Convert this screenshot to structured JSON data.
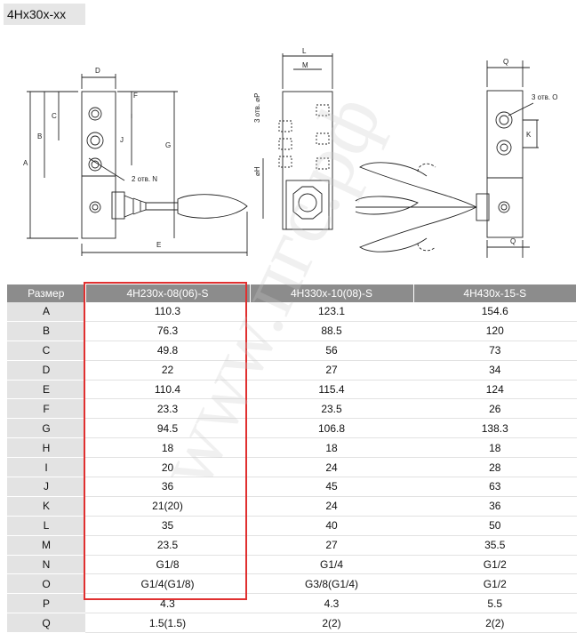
{
  "header": {
    "title": "4Hx30x-xx"
  },
  "drawing": {
    "front_labels": {
      "D": "D",
      "F": "F",
      "C": "C",
      "B": "B",
      "A": "A",
      "J": "J",
      "G": "G",
      "E": "E",
      "N_note": "2 отв. N"
    },
    "side_labels": {
      "L": "L",
      "M": "M",
      "P_note": "3 отв. ⌀P",
      "H": "⌀H"
    },
    "right_labels": {
      "Q_top": "Q",
      "O_note": "3 отв. O",
      "K": "K",
      "Q_bottom": "Q"
    }
  },
  "watermark": "www.пгс.рф",
  "table": {
    "columns": [
      "Размер",
      "4H230x-08(06)-S",
      "4H330x-10(08)-S",
      "4H430x-15-S"
    ],
    "rows": [
      [
        "A",
        "110.3",
        "123.1",
        "154.6"
      ],
      [
        "B",
        "76.3",
        "88.5",
        "120"
      ],
      [
        "C",
        "49.8",
        "56",
        "73"
      ],
      [
        "D",
        "22",
        "27",
        "34"
      ],
      [
        "E",
        "110.4",
        "115.4",
        "124"
      ],
      [
        "F",
        "23.3",
        "23.5",
        "26"
      ],
      [
        "G",
        "94.5",
        "106.8",
        "138.3"
      ],
      [
        "H",
        "18",
        "18",
        "18"
      ],
      [
        "I",
        "20",
        "24",
        "28"
      ],
      [
        "J",
        "36",
        "45",
        "63"
      ],
      [
        "K",
        "21(20)",
        "24",
        "36"
      ],
      [
        "L",
        "35",
        "40",
        "50"
      ],
      [
        "M",
        "23.5",
        "27",
        "35.5"
      ],
      [
        "N",
        "G1/8",
        "G1/4",
        "G1/2"
      ],
      [
        "O",
        "G1/4(G1/8)",
        "G3/8(G1/4)",
        "G1/2"
      ],
      [
        "P",
        "4.3",
        "4.3",
        "5.5"
      ],
      [
        "Q",
        "1.5(1.5)",
        "2(2)",
        "2(2)"
      ]
    ]
  },
  "colors": {
    "header_bg": "#8c8c8c",
    "param_bg": "#e3e3e3",
    "highlight": "#e03030"
  }
}
